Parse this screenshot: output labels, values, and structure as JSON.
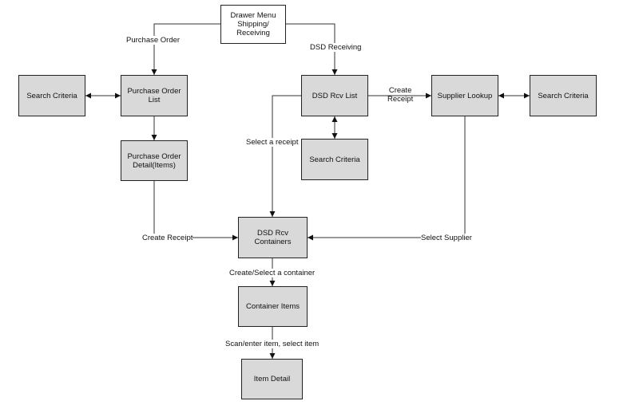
{
  "nodes": {
    "drawer_menu": "Drawer Menu\nShipping/\nReceiving",
    "search_criteria_left": "Search Criteria",
    "purchase_order_list": "Purchase Order\nList",
    "purchase_order_detail": "Purchase Order\nDetail(Items)",
    "dsd_rcv_list": "DSD Rcv List",
    "search_criteria_middle": "Search Criteria",
    "supplier_lookup": "Supplier Lookup",
    "search_criteria_right": "Search Criteria",
    "dsd_rcv_containers": "DSD Rcv\nContainers",
    "container_items": "Container Items",
    "item_detail": "Item Detail"
  },
  "edges": {
    "purchase_order": "Purchase Order",
    "dsd_receiving": "DSD Receiving",
    "create_receipt_top": "Create\nReceipt",
    "select_a_receipt": "Select a receipt",
    "create_receipt": "Create Receipt",
    "select_supplier": "Select Supplier",
    "create_select_container": "Create/Select a container",
    "scan_enter_item": "Scan/enter item, select item"
  },
  "colors": {
    "box_fill": "#d9d9d9",
    "box_border": "#222222",
    "line": "#333333"
  }
}
